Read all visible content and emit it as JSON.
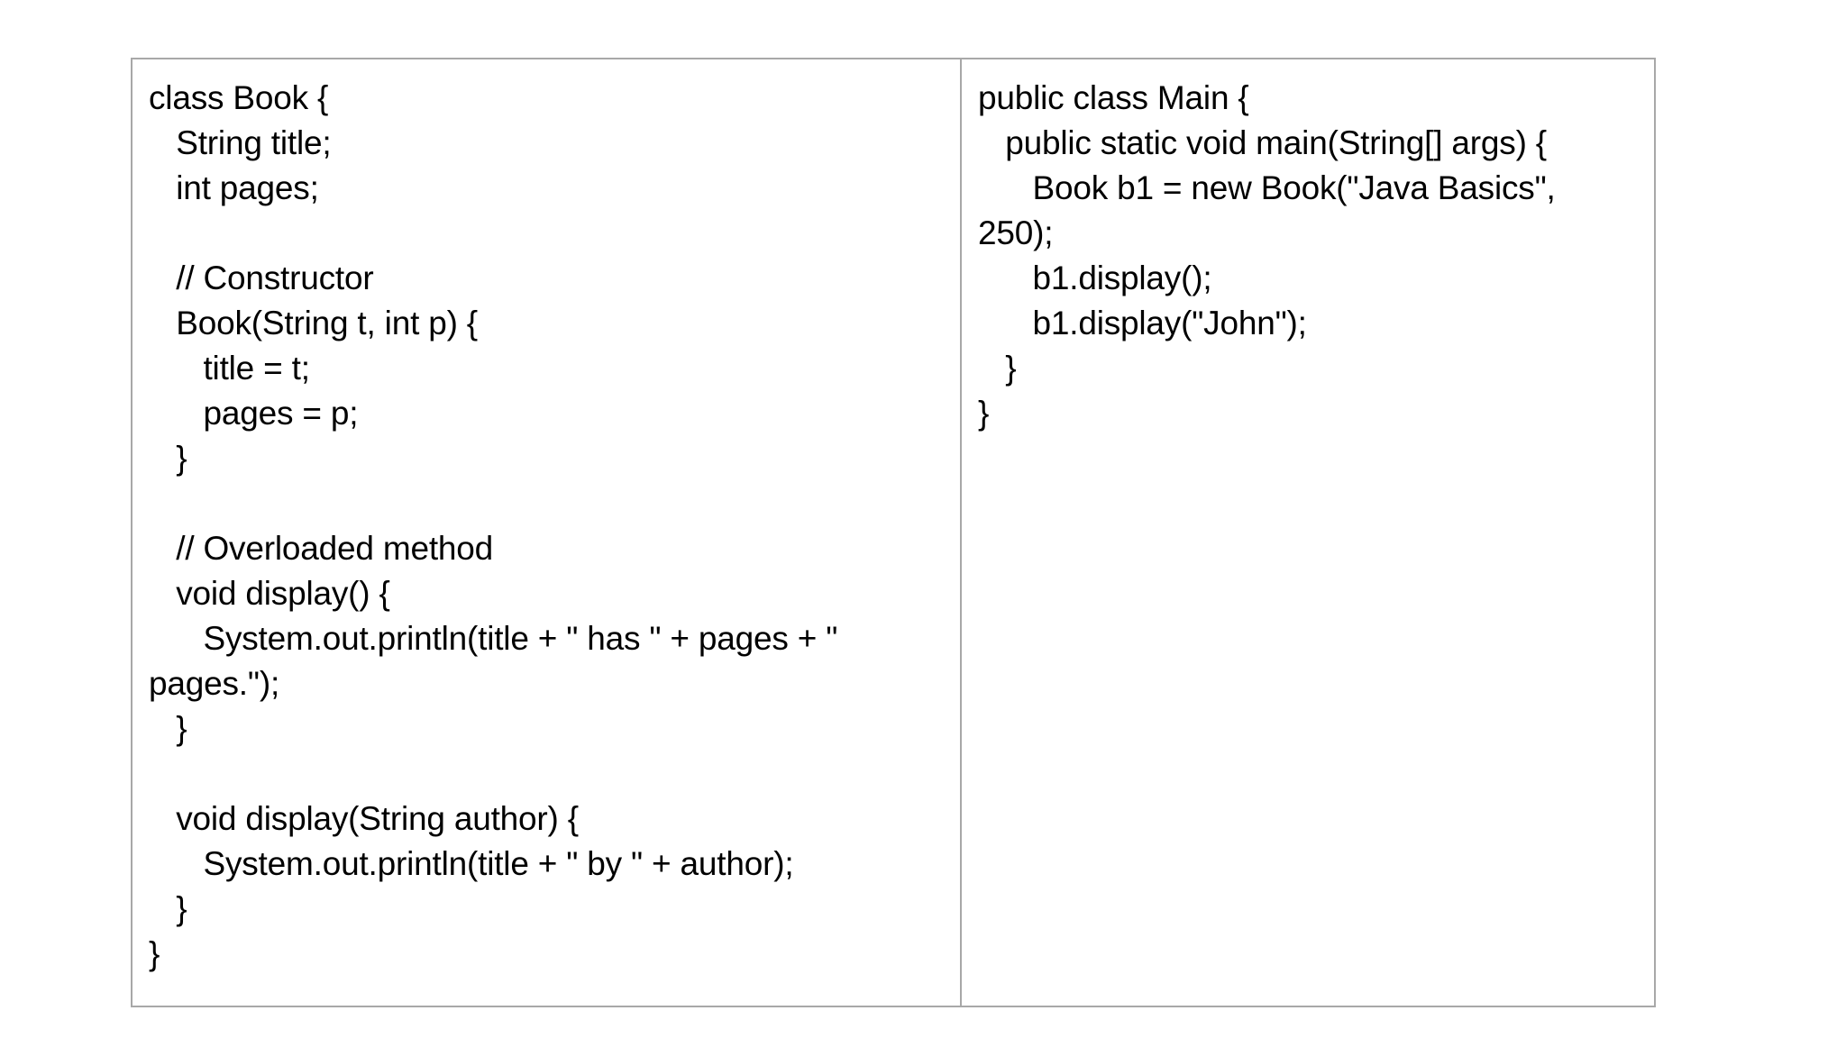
{
  "document": {
    "kind": "two-column-code-comparison-table",
    "border_color": "#a8a8a8",
    "background_color": "#ffffff",
    "text_color": "#000000"
  },
  "table": {
    "columns": [
      {
        "name": "book-class-column",
        "language": "java",
        "lines": [
          "class Book {",
          "   String title;",
          "   int pages;",
          "",
          "   // Constructor",
          "   Book(String t, int p) {",
          "      title = t;",
          "      pages = p;",
          "   }",
          "",
          "   // Overloaded method",
          "   void display() {",
          "      System.out.println(title + \" has \" + pages + \"",
          "pages.\");",
          "   }",
          "",
          "   void display(String author) {",
          "      System.out.println(title + \" by \" + author);",
          "   }",
          "}"
        ]
      },
      {
        "name": "main-class-column",
        "language": "java",
        "lines": [
          "public class Main {",
          "   public static void main(String[] args) {",
          "      Book b1 = new Book(\"Java Basics\",",
          "250);",
          "      b1.display();",
          "      b1.display(\"John\");",
          "   }",
          "}"
        ]
      }
    ]
  }
}
